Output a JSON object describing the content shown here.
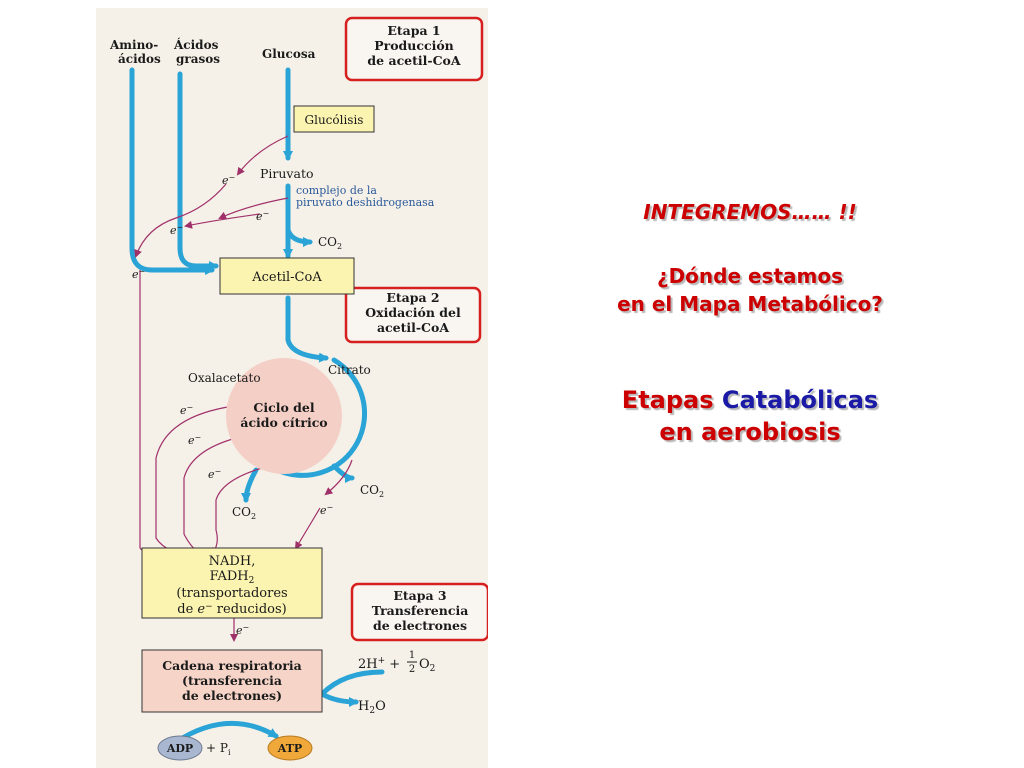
{
  "diagram": {
    "sources": {
      "aminoacidos": [
        "Amino-",
        "ácidos"
      ],
      "acidos_grasos": [
        "Ácidos",
        "grasos"
      ],
      "glucosa": "Glucosa"
    },
    "stage1": [
      "Etapa 1",
      "Producción",
      "de acetil-CoA"
    ],
    "stage2": [
      "Etapa 2",
      "Oxidación del",
      "acetil-CoA"
    ],
    "stage3": [
      "Etapa 3",
      "Transferencia",
      "de electrones"
    ],
    "glucolisis": "Glucólisis",
    "piruvato": "Piruvato",
    "complejo": [
      "complejo de la",
      "piruvato deshidrogenasa"
    ],
    "co2": "CO",
    "co2_sub": "2",
    "acetil_coa": "Acetil-CoA",
    "citrato": "Citrato",
    "oxalacetato": "Oxalacetato",
    "ciclo": [
      "Ciclo del",
      "ácido cítrico"
    ],
    "electron": "e",
    "electron_sup": "−",
    "nadh": [
      "NADH,",
      "FADH",
      "2",
      "(transportadores",
      "de",
      "e",
      "reducidos)"
    ],
    "cadena": [
      "Cadena respiratoria",
      "(transferencia",
      "de electrones)"
    ],
    "oxygen": [
      "2H",
      "+",
      "+",
      "1",
      "2",
      "O",
      "2"
    ],
    "water": [
      "H",
      "2",
      "O"
    ],
    "adp": "ADP",
    "plus_pi": "+ P",
    "pi_sub": "i",
    "atp": "ATP"
  },
  "slide": {
    "integremos": "INTEGREMOS…… !!",
    "question_line1": "¿Dónde estamos",
    "question_line2": "en el Mapa Metabólico?",
    "etapas_word": "Etapas",
    "catabolicas_word": "Catabólicas",
    "aerobiosis": "en aerobiosis"
  },
  "colors": {
    "arrow_blue": "#2aa3d6",
    "electron_arrow": "#a0306a",
    "stage_box_border": "#d62020",
    "yellow_box": "#fbf3b0",
    "cycle_fill": "#f4cfc6",
    "pink_box": "#f6d5c8",
    "atp_orange": "#f0a83a",
    "adp_gray": "#a9b8d0",
    "title_red": "#cc0000",
    "title_blue": "#1a1aa6",
    "page_beige": "#f6f1e8"
  }
}
